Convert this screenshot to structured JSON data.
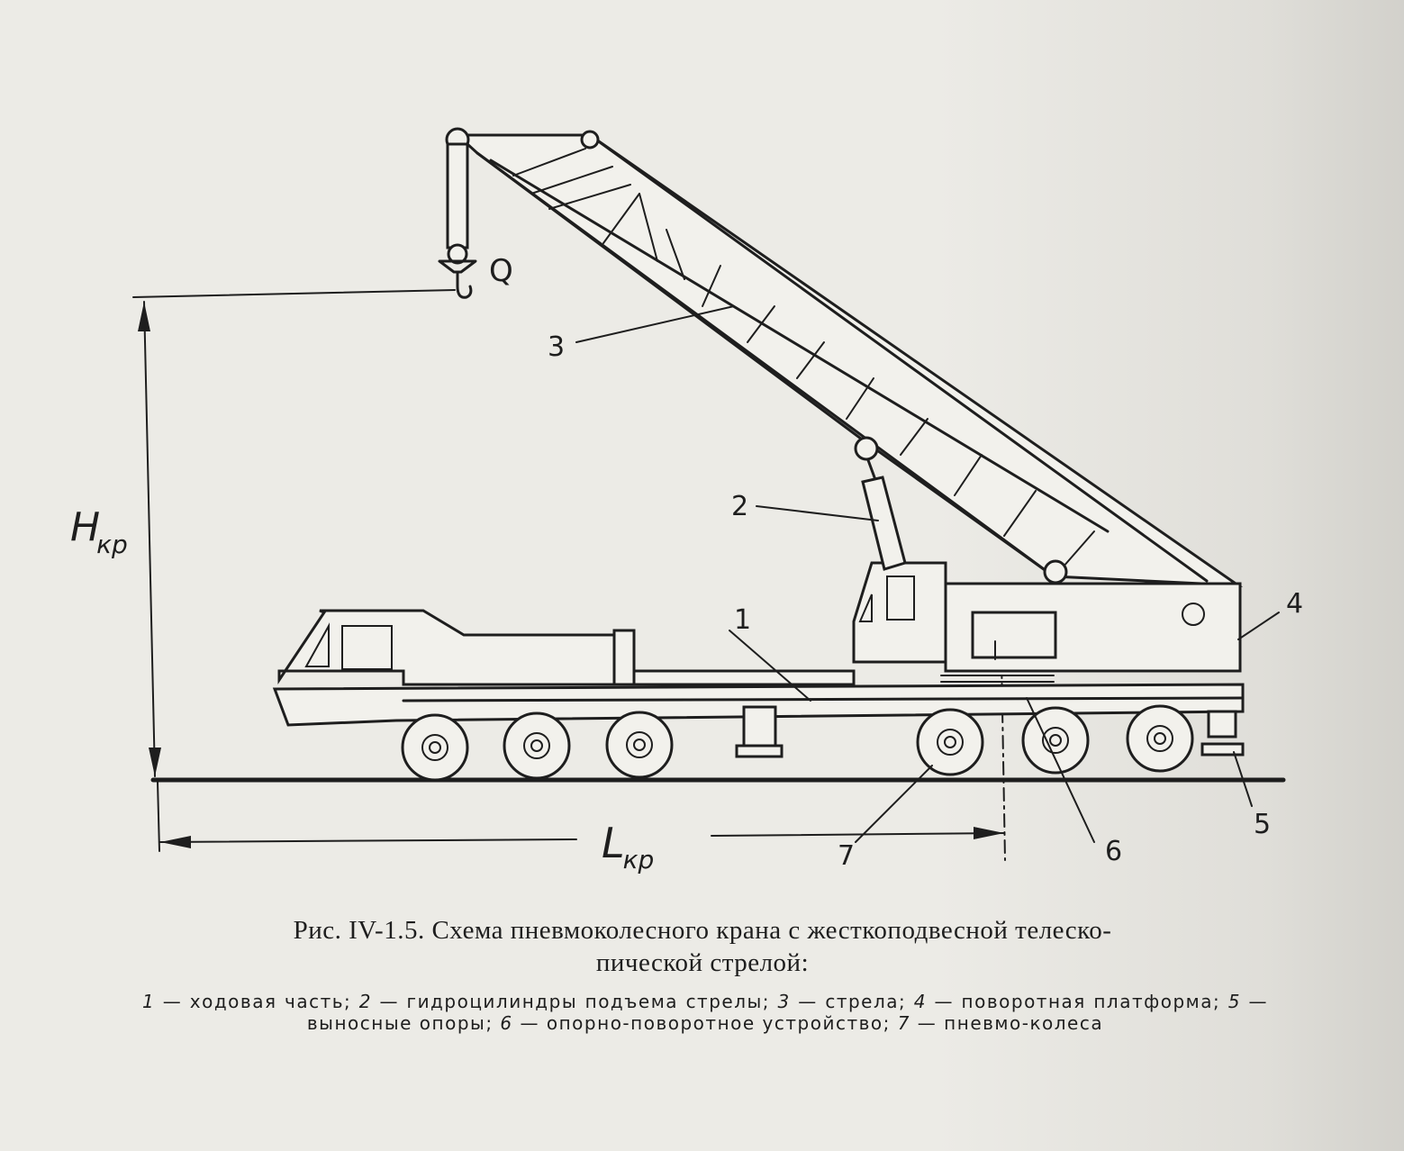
{
  "labels": {
    "load": "Q",
    "height": "H",
    "height_sub": "кр",
    "length": "L",
    "length_sub": "кр",
    "n1": "1",
    "n2": "2",
    "n3": "3",
    "n4": "4",
    "n5": "5",
    "n6": "6",
    "n7": "7"
  },
  "caption": {
    "line1": "Рис.  IV-1.5. Схема  пневмоколесного  крана  с  жесткоподвесной  телеско-",
    "line2": "пической стрелой:"
  },
  "legend": [
    {
      "num": "1",
      "text": " — ходовая  часть;  "
    },
    {
      "num": "2",
      "text": " — гидроцилиндры  подъема  стрелы;  "
    },
    {
      "num": "3",
      "text": " — стрела;  "
    },
    {
      "num": "4",
      "text": " — поворотная платформа;  "
    },
    {
      "num": "5",
      "text": " — выносные  опоры;  "
    },
    {
      "num": "6",
      "text": " — опорно-поворотное  устройство;  "
    },
    {
      "num": "7",
      "text": " — пневмо-колеса"
    }
  ]
}
